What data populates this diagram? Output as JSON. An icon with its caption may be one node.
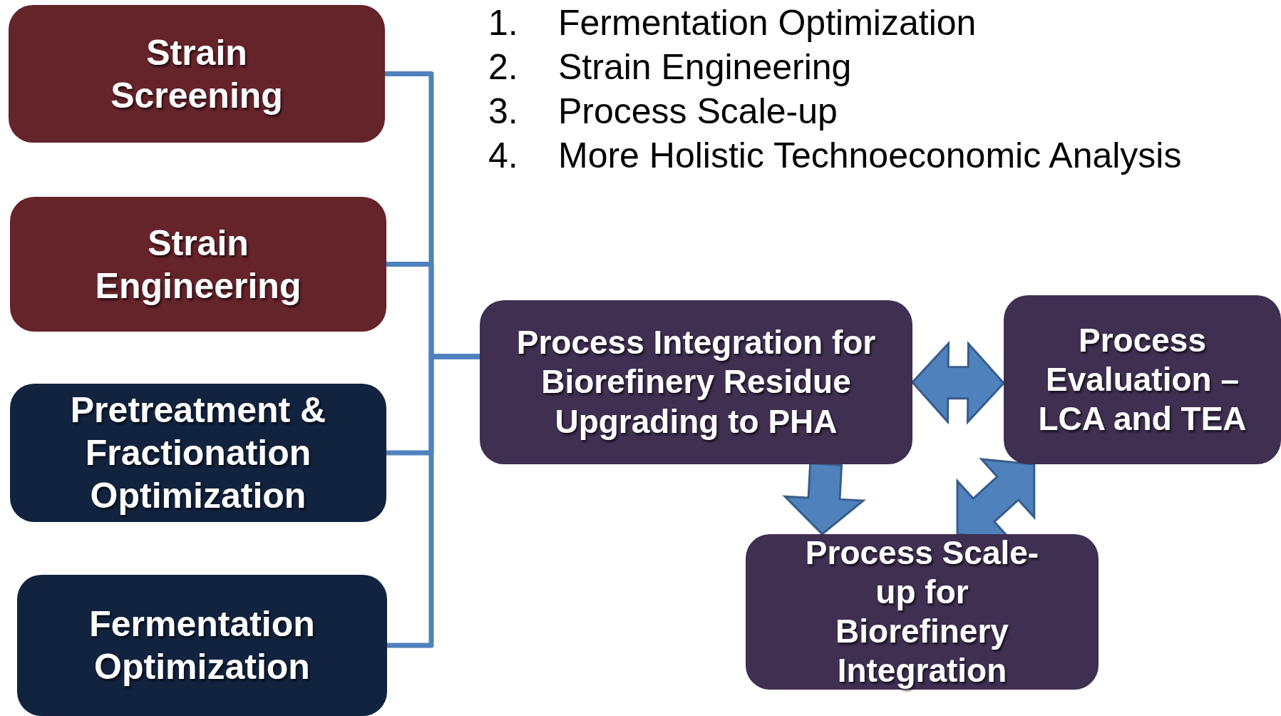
{
  "diagram": {
    "nodes": [
      {
        "text": [
          "Strain Screening"
        ]
      },
      {
        "text": [
          "Strain Engineering"
        ]
      },
      {
        "text": [
          "Pretreatment & Fractionation Optimization"
        ]
      },
      {
        "text": [
          "Fermentation Optimization"
        ]
      },
      {
        "text": [
          "Process Integration for Biorefinery Residue Upgrading to PHA"
        ]
      },
      {
        "text": [
          "Process Evaluation – LCA and TEA"
        ]
      },
      {
        "text": [
          "Process Scale-up for Biorefinery Integration"
        ]
      }
    ],
    "edges": [
      {
        "from": 0,
        "to": 4,
        "arrow": "none"
      },
      {
        "from": 1,
        "to": 4,
        "arrow": "none"
      },
      {
        "from": 2,
        "to": 4,
        "arrow": "none"
      },
      {
        "from": 3,
        "to": 4,
        "arrow": "none"
      },
      {
        "from": 4,
        "to": 5,
        "arrow": "both",
        "style": "thick"
      },
      {
        "from": 4,
        "to": 6,
        "arrow": "to",
        "style": "thick"
      },
      {
        "from": 6,
        "to": 5,
        "arrow": "both",
        "style": "thick"
      }
    ],
    "labels": [
      "1.",
      "Fermentation Optimization",
      "2.",
      "Strain Engineering",
      "3.",
      "Process Scale-up",
      "4.",
      "More Holistic Technoeconomic Analysis"
    ]
  }
}
